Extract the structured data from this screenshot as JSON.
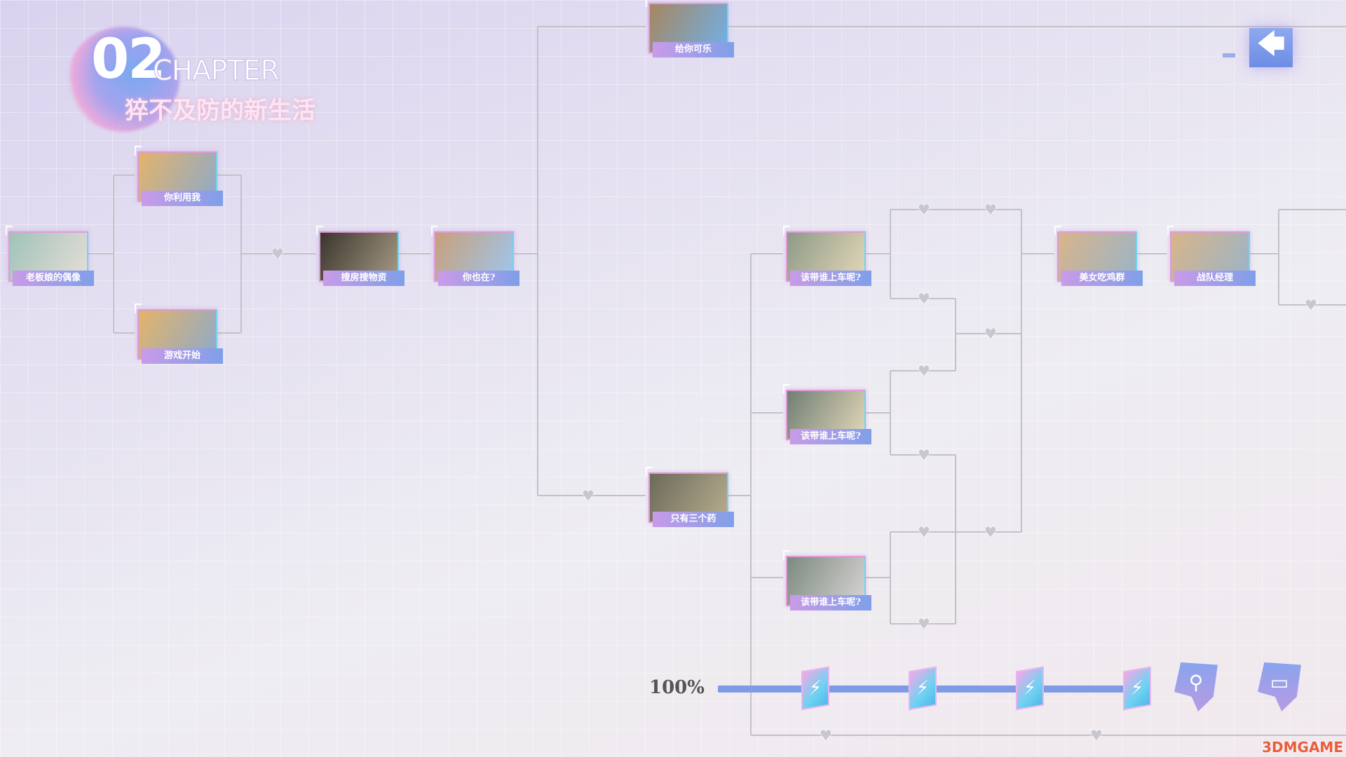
{
  "chapter": {
    "number": "02",
    "word": "CHAPTER",
    "title": "猝不及防的新生活"
  },
  "nodes": [
    {
      "label": "老板娘的偶像",
      "thumb": [
        "#9fc3b8",
        "#e7ddd8"
      ]
    },
    {
      "label": "你利用我",
      "thumb": [
        "#e3b46a",
        "#8fa9c9"
      ]
    },
    {
      "label": "游戏开始",
      "thumb": [
        "#e3b46a",
        "#8fa9c9"
      ]
    },
    {
      "label": "搜房搜物资",
      "thumb": [
        "#3a352c",
        "#a69a86"
      ]
    },
    {
      "label": "你也在?",
      "thumb": [
        "#c8a07a",
        "#9ec6ef"
      ]
    },
    {
      "label": "给你可乐",
      "thumb": [
        "#a7865f",
        "#6fb1ea"
      ]
    },
    {
      "label": "只有三个药",
      "thumb": [
        "#6c6a5a",
        "#b7ad8e"
      ]
    },
    {
      "label": "该带谁上车呢?",
      "thumb": [
        "#8d9a88",
        "#e3d7b8"
      ]
    },
    {
      "label": "该带谁上车呢?",
      "thumb": [
        "#6f7f74",
        "#e3d7b8"
      ]
    },
    {
      "label": "该带谁上车呢?",
      "thumb": [
        "#7c8a7e",
        "#d8d4d4"
      ]
    },
    {
      "label": "美女吃鸡群",
      "thumb": [
        "#d9b58a",
        "#9ab3c8"
      ]
    },
    {
      "label": "战队经理",
      "thumb": [
        "#d9b58a",
        "#9ab3c8"
      ]
    }
  ],
  "progress": {
    "label": "100%",
    "value": 100
  },
  "rewards": [
    {
      "icon": "energy-drink-icon"
    },
    {
      "icon": "energy-drink-icon"
    },
    {
      "icon": "energy-drink-icon"
    },
    {
      "icon": "energy-drink-icon"
    }
  ],
  "markers": [
    {
      "icon": "map-pin-icon",
      "glyph": "⚲"
    },
    {
      "icon": "briefcase-icon",
      "glyph": "▭"
    }
  ],
  "back_button": {
    "icon": "arrow-left-icon",
    "glyph": "🡄"
  },
  "watermark": "3DMGAME",
  "colors": {
    "accent": "#7f9be6",
    "line": "#c3c1c8",
    "label_start": "#c99be8",
    "label_end": "#7f9fe8"
  }
}
